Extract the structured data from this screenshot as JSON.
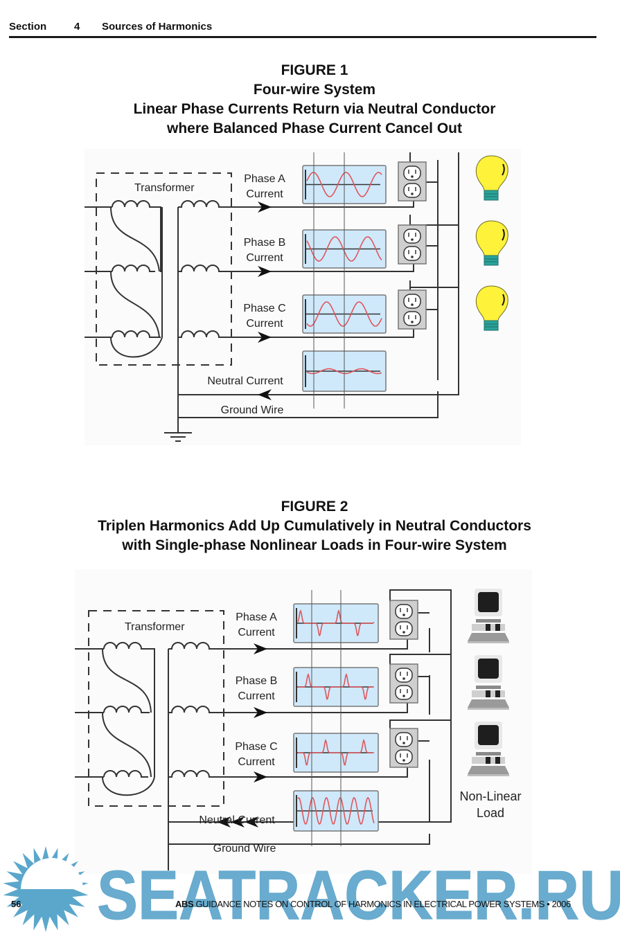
{
  "header": {
    "section_label": "Section",
    "section_number": "4",
    "section_title": "Sources of Harmonics"
  },
  "figure1": {
    "number": "FIGURE 1",
    "title_lines": [
      "Four-wire System",
      "Linear Phase Currents Return via Neutral Conductor",
      "where Balanced Phase Current Cancel Out"
    ],
    "labels": {
      "transformer": "Transformer",
      "phase_a_1": "Phase A",
      "phase_a_2": "Current",
      "phase_b_1": "Phase B",
      "phase_b_2": "Current",
      "phase_c_1": "Phase C",
      "phase_c_2": "Current",
      "neutral": "Neutral Current",
      "ground": "Ground Wire"
    },
    "load_icon": "light-bulb-icon",
    "load_count": 3,
    "waveforms": {
      "phase_a": "sine",
      "phase_b": "sine (shifted 120°)",
      "phase_c": "sine (shifted 240°)",
      "neutral": "small residual ripple"
    }
  },
  "figure2": {
    "number": "FIGURE 2",
    "title_lines": [
      "Triplen Harmonics Add Up Cumulatively in Neutral Conductors",
      "with Single-phase Nonlinear Loads in Four-wire System"
    ],
    "labels": {
      "transformer": "Transformer",
      "phase_a_1": "Phase A",
      "phase_a_2": "Current",
      "phase_b_1": "Phase B",
      "phase_b_2": "Current",
      "phase_c_1": "Phase C",
      "phase_c_2": "Current",
      "neutral": "Neutral Current",
      "ground": "Ground Wire",
      "load_1": "Non-Linear",
      "load_2": "Load"
    },
    "load_icon": "computer-icon",
    "load_count": 3,
    "waveforms": {
      "phase_a": "pulsed",
      "phase_b": "pulsed (shifted)",
      "phase_c": "pulsed (shifted)",
      "neutral": "triplen harmonic (3rd)"
    }
  },
  "footer": {
    "page_number": "56",
    "publisher": "ABS",
    "publication": "GUIDANCE NOTES ON CONTROL OF HARMONICS IN ELECTRICAL POWER SYSTEMS • 2006"
  },
  "watermark": {
    "text": "SEATRACKER.RU",
    "color": "#5ba7cc"
  },
  "colors": {
    "scope_fill": "#cfe9fb",
    "waveform": "#e0555a",
    "bulb": "#fff23a",
    "bulb_base": "#2aa39a",
    "outlet_plate": "#cfcfcf"
  }
}
